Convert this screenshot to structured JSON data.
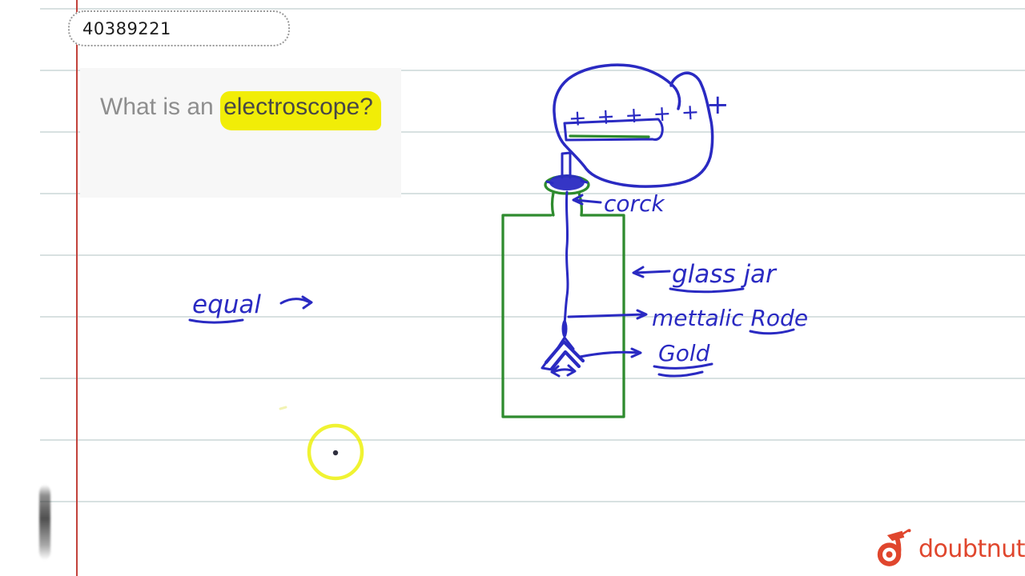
{
  "page": {
    "id_label": "40389221",
    "question": {
      "prefix": "What is an ",
      "highlighted": "electroscope?"
    }
  },
  "handwriting": {
    "equal": "equal",
    "charges": "+ + + + +",
    "external_charge": "+",
    "cork": "corck",
    "glass_jar": "glass jar",
    "metallic_rod": "mettalic Rode",
    "gold_leaves": "Gold"
  },
  "logo": {
    "brand": "doubtnut"
  },
  "colors": {
    "ink_blue": "#2a2ac2",
    "ink_green": "#2e8b2e",
    "margin_red": "#c2423b",
    "rule_line": "#d8e1e1",
    "highlight_yellow": "#f1ed07",
    "question_card_bg": "#f7f7f7",
    "brand_orange": "#e0462d",
    "cursor_yellow": "#edf005"
  }
}
